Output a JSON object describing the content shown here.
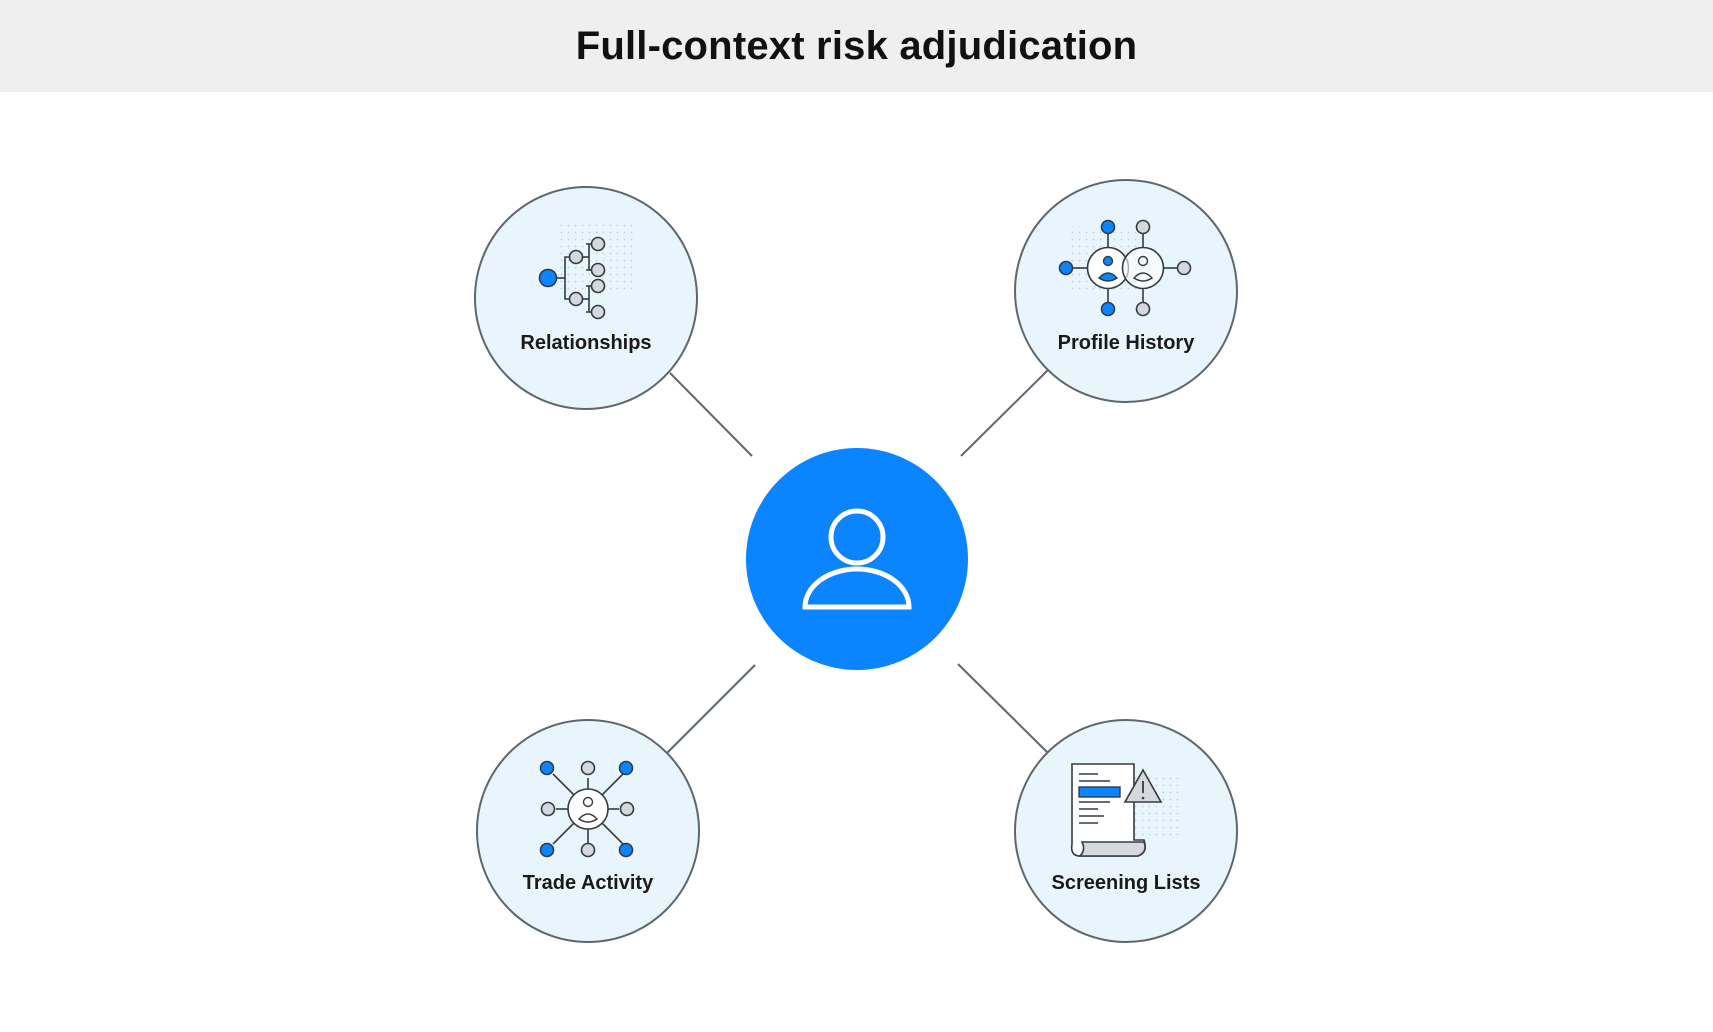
{
  "title": "Full-context risk adjudication",
  "colors": {
    "title_bar_bg": "#efefef",
    "accent_blue": "#0a84ff",
    "node_fill": "#e8f5fc",
    "node_stroke": "#5e6770",
    "connector": "#5e6770",
    "gray_dot": "#d5d8dc"
  },
  "center": {
    "icon": "user-icon"
  },
  "nodes": [
    {
      "id": "relationships",
      "label": "Relationships",
      "icon": "hierarchy-tree-icon"
    },
    {
      "id": "profile-history",
      "label": "Profile History",
      "icon": "linked-profiles-icon"
    },
    {
      "id": "trade-activity",
      "label": "Trade Activity",
      "icon": "network-hub-icon"
    },
    {
      "id": "screening-lists",
      "label": "Screening Lists",
      "icon": "document-warning-icon"
    }
  ]
}
